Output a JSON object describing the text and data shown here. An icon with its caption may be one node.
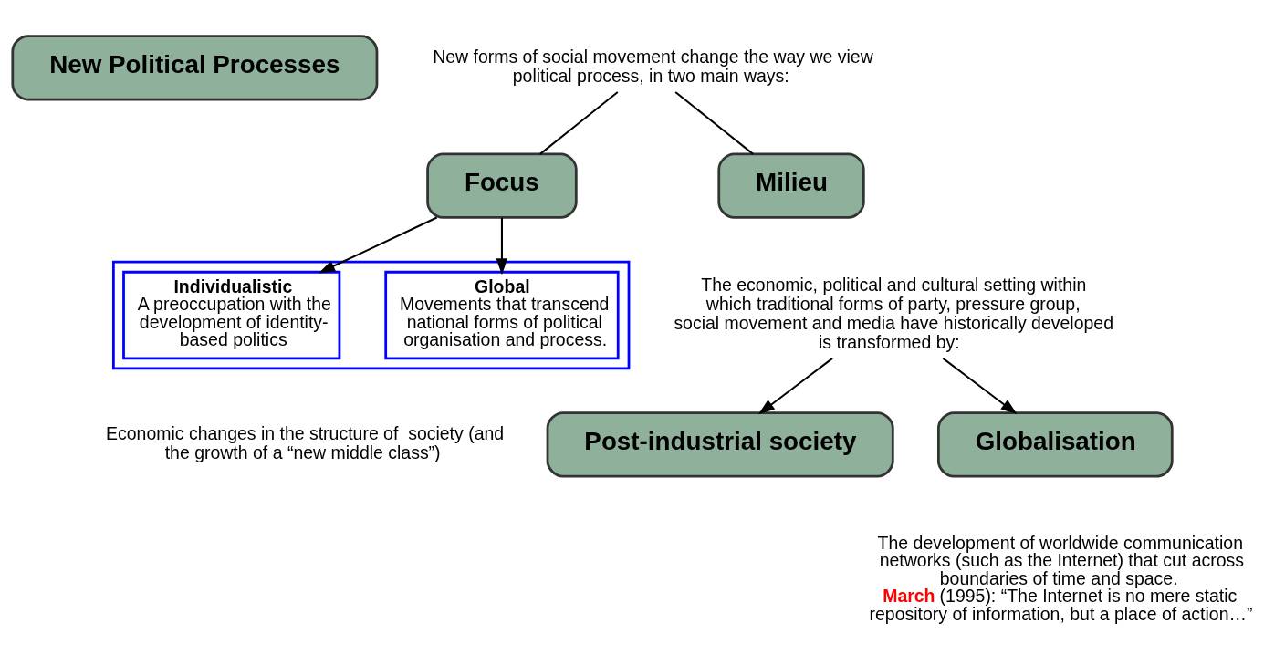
{
  "diagram": {
    "nodes": [
      {
        "text": [
          "New Political Processes"
        ]
      },
      {
        "text": [
          "New forms of social movement change the way we view political process, in two main ways:"
        ]
      },
      {
        "text": [
          "Focus"
        ]
      },
      {
        "text": [
          "Milieu"
        ]
      },
      {
        "text": [],
        "shape": "box"
      },
      {
        "text": [
          "Individualistic",
          "A preoccupation with the development of identity-based politics"
        ],
        "in": 4
      },
      {
        "text": [
          "Global",
          "Movements that transcend national forms of political organisation and process."
        ],
        "in": 4
      },
      {
        "text": [
          "The economic, political and cultural setting within which traditional forms of party, pressure group, social movement and media have historically developed is transformed by:"
        ]
      },
      {
        "text": [
          "Globalisation"
        ],
        "beside": [
          "The development of worldwide communication networks (such as the Internet) that cut across boundaries of time and space.",
          "**March** (1995): “The Internet is no mere static repository of information, but a place of action…”"
        ]
      },
      {
        "text": [
          "Post-industrial society"
        ],
        "beside": [
          "Economic changes in the structure of  society (and the growth of a “new middle class”)"
        ]
      }
    ],
    "edges": [
      {
        "from": 1,
        "to": 2,
        "arrow": "none"
      },
      {
        "from": 1,
        "to": 3,
        "arrow": "none"
      },
      {
        "from": 2,
        "to": 5,
        "arrow": "to"
      },
      {
        "from": 2,
        "to": 6,
        "arrow": "to"
      },
      {
        "from": 7,
        "to": 8,
        "arrow": "to"
      },
      {
        "from": 7,
        "to": 9,
        "arrow": "to"
      }
    ]
  }
}
